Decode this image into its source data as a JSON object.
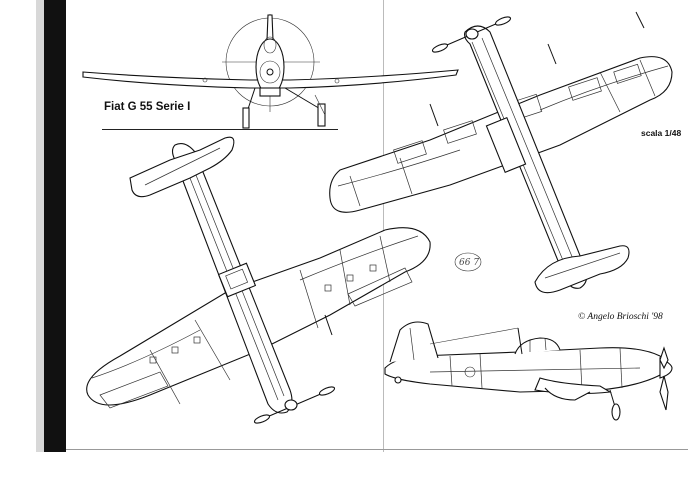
{
  "drawing": {
    "title": "Fiat G 55 Serie I",
    "scale": "scala 1/48",
    "credit": "© Angelo Brioschi '98",
    "note": "66 7",
    "views": [
      {
        "name": "front-view",
        "icon": "aircraft-front-icon"
      },
      {
        "name": "top-view",
        "icon": "aircraft-top-icon"
      },
      {
        "name": "bottom-view",
        "icon": "aircraft-bottom-icon"
      },
      {
        "name": "side-view",
        "icon": "aircraft-side-icon"
      }
    ]
  }
}
